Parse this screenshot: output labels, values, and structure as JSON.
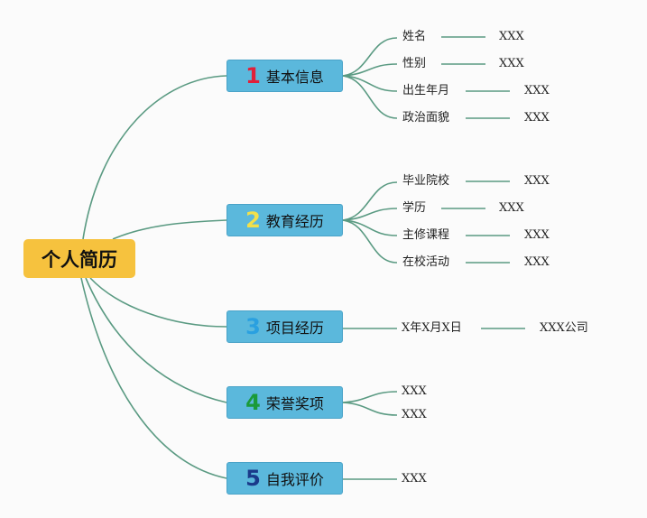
{
  "root": {
    "label": "个人简历"
  },
  "branches": [
    {
      "num": "1",
      "label": "基本信息",
      "num_color": "#e0203a",
      "items": [
        {
          "label": "姓名",
          "value": "XXX"
        },
        {
          "label": "性别",
          "value": "XXX"
        },
        {
          "label": "出生年月",
          "value": "XXX"
        },
        {
          "label": "政治面貌",
          "value": "XXX"
        }
      ]
    },
    {
      "num": "2",
      "label": "教育经历",
      "num_color": "#f2e04a",
      "items": [
        {
          "label": "毕业院校",
          "value": "XXX"
        },
        {
          "label": "学历",
          "value": "XXX"
        },
        {
          "label": "主修课程",
          "value": "XXX"
        },
        {
          "label": "在校活动",
          "value": "XXX"
        }
      ]
    },
    {
      "num": "3",
      "label": "项目经历",
      "num_color": "#2aa0e0",
      "items": [
        {
          "label": "X年X月X日",
          "value": "XXX公司"
        }
      ]
    },
    {
      "num": "4",
      "label": "荣誉奖项",
      "num_color": "#1a9a3a",
      "items": [
        {
          "label": "XXX"
        },
        {
          "label": "XXX"
        }
      ]
    },
    {
      "num": "5",
      "label": "自我评价",
      "num_color": "#1a3a8a",
      "items": [
        {
          "label": "XXX"
        }
      ]
    }
  ],
  "colors": {
    "line": "#5a9a82",
    "root_bg": "#f6c23e",
    "branch_bg": "#5bb8dc"
  }
}
